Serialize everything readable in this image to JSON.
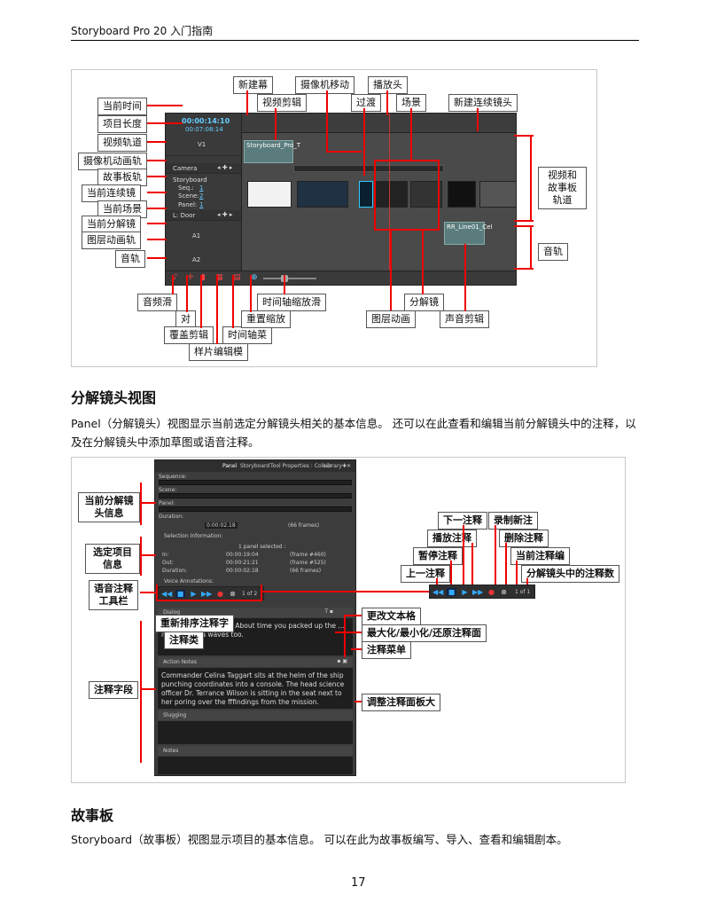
{
  "header": {
    "title": "Storyboard Pro 20 入门指南"
  },
  "fig1": {
    "time": {
      "current": "00:00:14:10",
      "length": "00:07:08:14"
    },
    "tracks": {
      "v1": "V1",
      "camera": "Camera",
      "storyboard": "Storyboard",
      "seq": "Seq.:",
      "seq_val": "1",
      "scene": "Scene:",
      "scene_val": "2",
      "panel": "Panel:",
      "panel_val": "1",
      "layer": "L: Door",
      "a1": "A1",
      "a2": "A2"
    },
    "clip_video": "Storyboard_Pro_T",
    "clip_sound": "RR_Line01_Cel",
    "labels": {
      "current_time": "当前时间",
      "project_length": "项目长度",
      "video_track": "视频轨道",
      "camera_anim_track": "摄像机动画轨",
      "storyboard_track": "故事板轨",
      "current_seq": "当前连续镜",
      "current_scene": "当前场景",
      "current_panel": "当前分解镜",
      "layer_anim_track": "图层动画轨",
      "audio_track": "音轨",
      "new_scene": "新建幕",
      "video_edit": "视频剪辑",
      "camera_move": "摄像机移动",
      "playhead": "播放头",
      "transition": "过渡",
      "scene": "场景",
      "new_sequence": "新建连续镜头",
      "video_sb_tracks": "视频和故事板轨道",
      "audio_track_r": "音轨",
      "audio_scrub": "音频滑",
      "align": "对",
      "overwrite_edit": "覆盖剪辑",
      "animatic_edit": "样片编辑模",
      "timeline_zoom": "时间轴缩放滑",
      "reset_zoom": "重置缩放",
      "timeline_menu": "时间轴菜",
      "panel": "分解镜",
      "layer_anim": "图层动画",
      "sound_edit": "声音剪辑"
    }
  },
  "section1": {
    "title": "分解镜头视图",
    "body": "Panel（分解镜头）视图显示当前选定分解镜头相关的基本信息。 还可以在此查看和编辑当前分解镜头中的注释，以及在分解镜头中添加草图或语音注释。"
  },
  "fig2": {
    "tabs": [
      "Panel",
      "Storyboard",
      "Tool Properties : Colour",
      "Library"
    ],
    "sequence": "Sequence:",
    "scene": "Scene:",
    "panel": "Panel:",
    "duration": "Duration:",
    "duration_val": "0:00:02.18",
    "frames_val": "(66 frames)",
    "sel_info": "Selection Information:",
    "panels_selected": "1 panel selected :",
    "sel_rows": [
      [
        "In:",
        "00:00:19:04",
        "(frame #460)"
      ],
      [
        "Out:",
        "00:00:21:21",
        "(frame #525)"
      ],
      [
        "Duration:",
        "00:00:02:18",
        "(66 frames)"
      ]
    ],
    "voice": "Voice Annotations:",
    "page": "1 of 2",
    "page_r": "1 of 1",
    "dialog": "Dialog",
    "dialog_text": "A   Alex, it's zipped up. About time you packed up the   ... it some theta waves too.",
    "action": "Action Notes",
    "action_text": "Commander Celina Taggart sits at the helm of the ship punching coordinates into a console. The head science officer Dr. Terrance Wilson is sitting in the seat next to her poring over the fffindings from the mission.",
    "slugging": "Slugging",
    "notes": "Notes",
    "labels": {
      "cur_panel_info": "当前分解镜头信息",
      "sel_info": "选定项目信息",
      "voice_toolbar": "语音注释工具栏",
      "note_fields": "注释字段",
      "reorder": "重新排序注释字",
      "note_type": "注释类",
      "next": "下一注释",
      "record": "录制新注",
      "play": "播放注释",
      "delete": "删除注释",
      "pause": "暂停注释",
      "cur_note": "当前注释编",
      "prev": "上一注释",
      "count": "分解镜头中的注释数",
      "change_text": "更改文本格",
      "max_min": "最大化/最小化/还原注释面",
      "note_menu": "注释菜单",
      "resize": "调整注释面板大"
    }
  },
  "section2": {
    "title": "故事板",
    "body": "Storyboard（故事板）视图显示项目的基本信息。 可以在此为故事板编写、导入、查看和编辑剧本。"
  },
  "page_number": "17"
}
